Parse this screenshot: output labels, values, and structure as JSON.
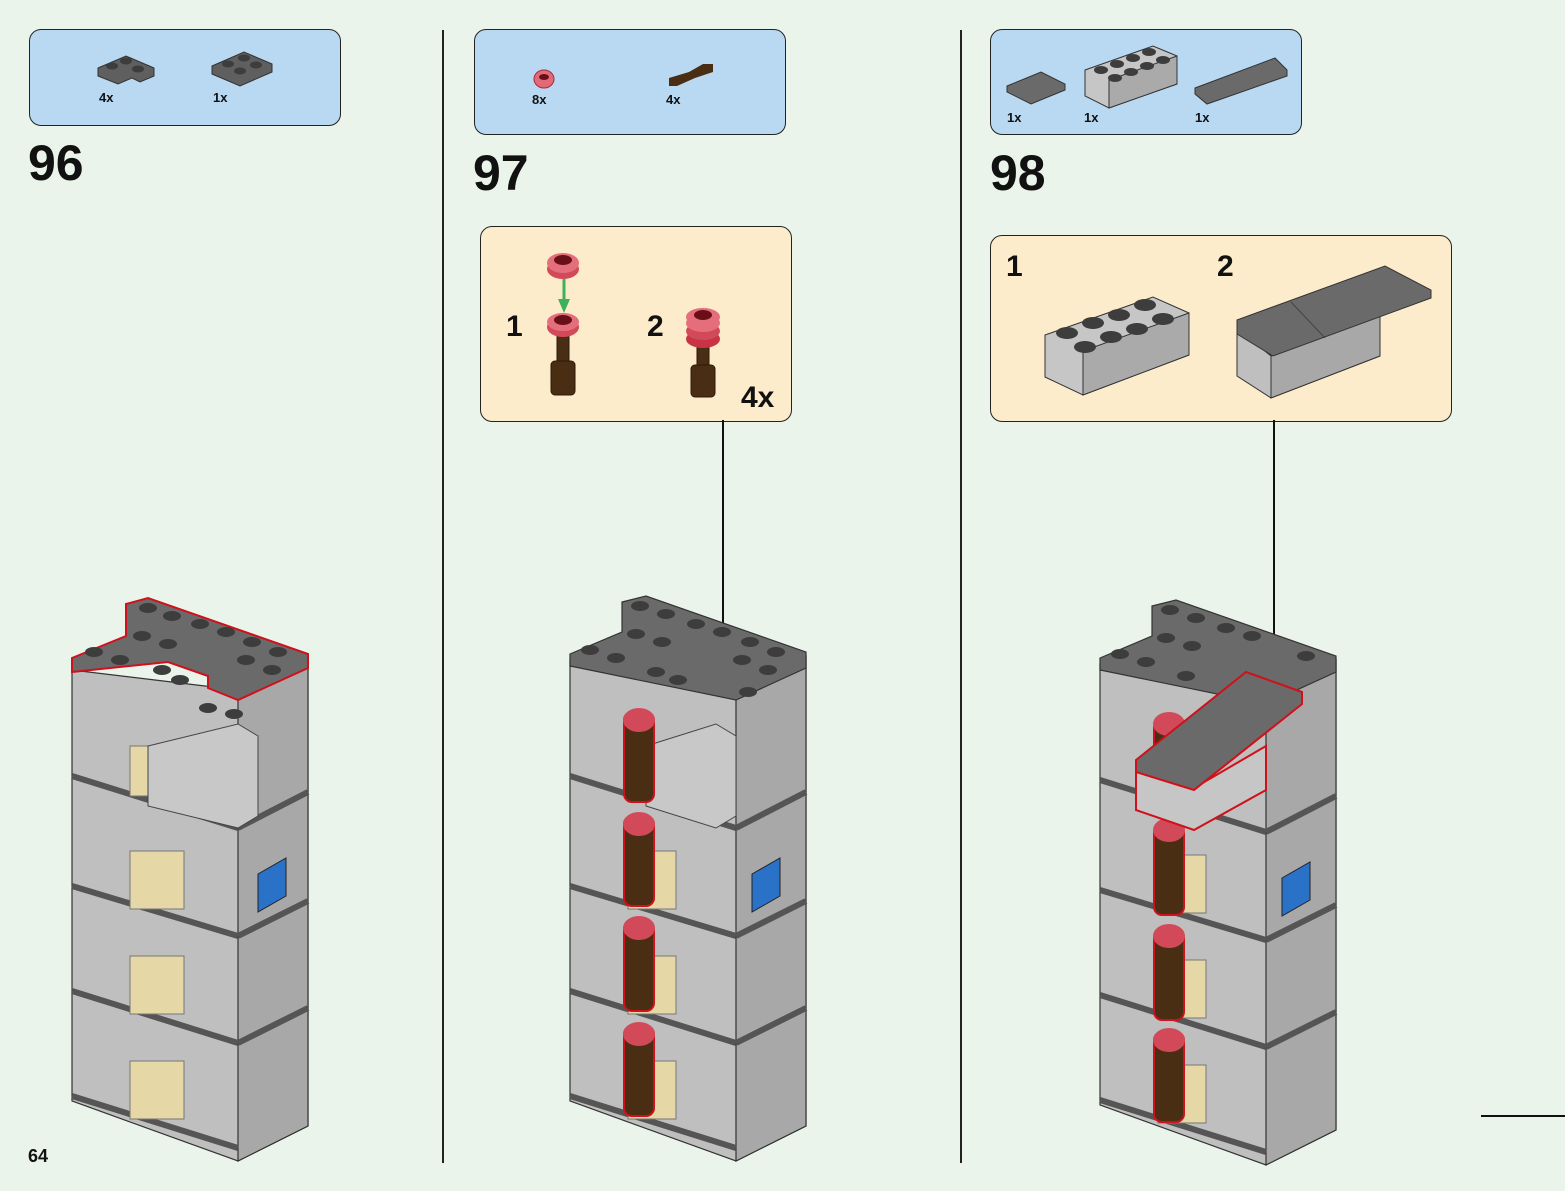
{
  "page": {
    "page_number": "64",
    "background_color": "#eaf4ea"
  },
  "colors": {
    "parts_box": "#b9d9f2",
    "subassembly_box": "#fdeccc",
    "highlight_outline": "#d0101a",
    "arrow_green": "#3cb35a",
    "dark_gray": "#5a5a5a",
    "light_gray": "#bdbdbd",
    "trans_red": "#c8404f",
    "brown": "#4a2e14",
    "tan": "#e5d7a6",
    "blue": "#2a72c8"
  },
  "steps": [
    {
      "number": "96",
      "parts": [
        {
          "name": "dark-gray-corner-plate-2x2",
          "qty": "4x"
        },
        {
          "name": "dark-gray-plate-2x2",
          "qty": "1x"
        }
      ]
    },
    {
      "number": "97",
      "parts": [
        {
          "name": "trans-red-round-plate-1x1",
          "qty": "8x"
        },
        {
          "name": "brown-bar-holder",
          "qty": "4x"
        }
      ],
      "subassembly": {
        "substeps": [
          "1",
          "2"
        ],
        "multiplier": "4x"
      }
    },
    {
      "number": "98",
      "parts": [
        {
          "name": "dark-gray-tile-2x2",
          "qty": "1x"
        },
        {
          "name": "light-gray-brick-2x4",
          "qty": "1x"
        },
        {
          "name": "dark-gray-tile-2x4",
          "qty": "1x"
        }
      ],
      "subassembly": {
        "substeps": [
          "1",
          "2"
        ]
      }
    }
  ]
}
